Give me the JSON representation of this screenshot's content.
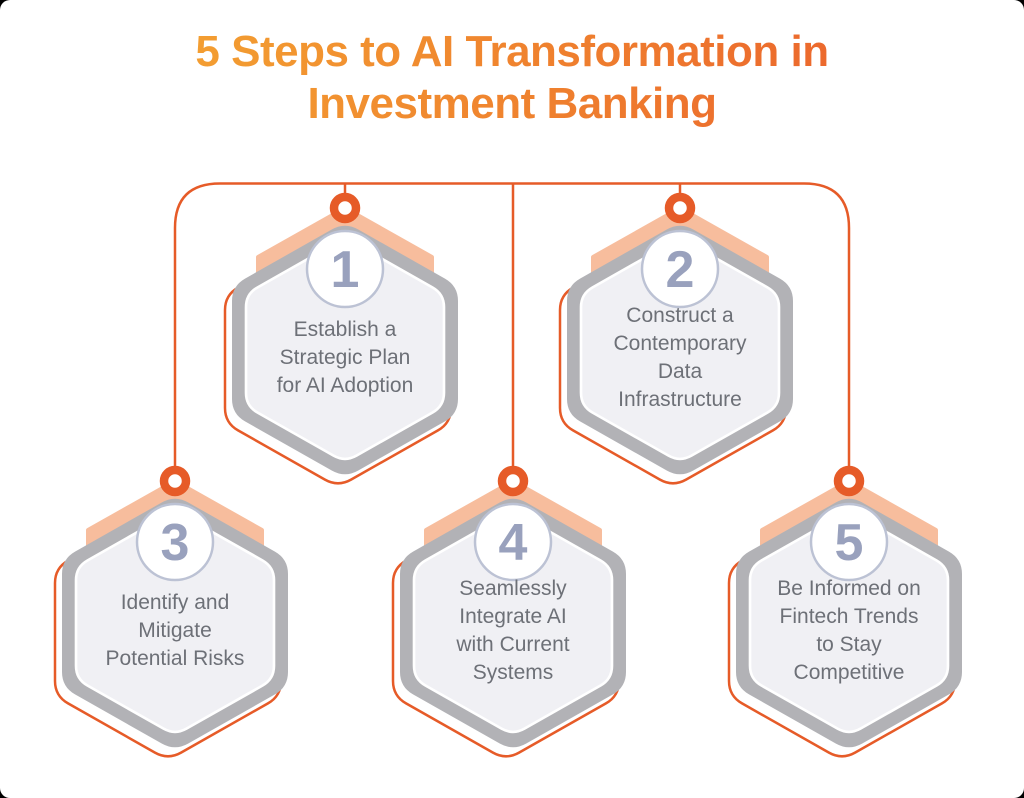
{
  "title": {
    "line1": "5 Steps to AI Transformation in",
    "line2": "Investment Banking"
  },
  "steps": [
    {
      "number": "1",
      "label": "Establish a\nStrategic Plan\nfor AI Adoption"
    },
    {
      "number": "2",
      "label": "Construct a\nContemporary\nData\nInfrastructure"
    },
    {
      "number": "3",
      "label": "Identify and\nMitigate\nPotential Risks"
    },
    {
      "number": "4",
      "label": "Seamlessly\nIntegrate AI\nwith Current\nSystems"
    },
    {
      "number": "5",
      "label": "Be Informed on\nFintech Trends\nto Stay\nCompetitive"
    }
  ],
  "colors": {
    "accent_orange": "#e65b28",
    "title_gradient_start": "#f5ac33",
    "title_gradient_end": "#ea5c2c",
    "ribbon_peach": "#f7bd9d",
    "hex_border_gray": "#b2b2b6",
    "hex_fill": "#f0f0f4",
    "number_blue_gray": "#99a1bd",
    "circle_border": "#bcc2d4",
    "label_gray": "#6d7077"
  }
}
